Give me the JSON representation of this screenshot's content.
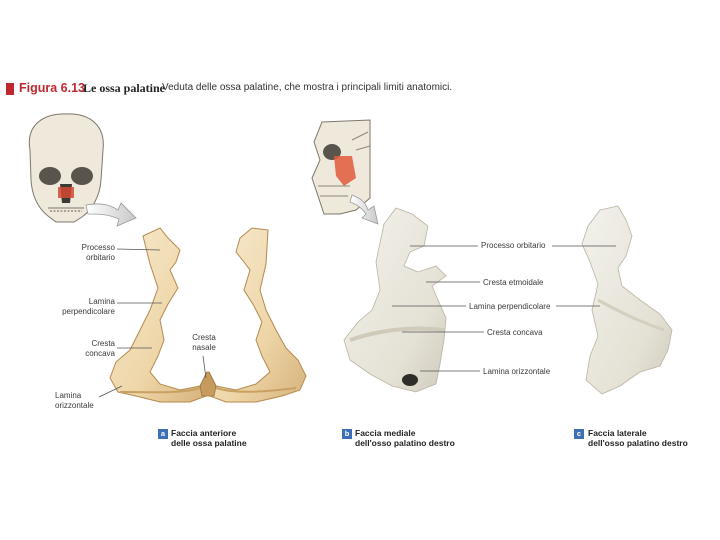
{
  "figure": {
    "number": "Figura 6.13",
    "title": "Le ossa palatine",
    "caption": "Veduta delle ossa palatine, che mostra i principali limiti anatomici."
  },
  "panel_a": {
    "letter": "a",
    "caption": "Faccia anteriore\ndelle ossa palatine",
    "labels": {
      "processo_orbitario": "Processo\norbitario",
      "lamina_perpendicolare": "Lamina\nperpendicolare",
      "cresta_concava": "Cresta\nconcava",
      "lamina_orizzontale": "Lamina\norizzontale",
      "cresta_nasale": "Cresta\nnasale"
    }
  },
  "panel_b": {
    "letter": "b",
    "caption": "Faccia mediale\ndell'osso palatino destro",
    "labels": {
      "processo_orbitario": "Processo orbitario",
      "cresta_etmoidale": "Cresta etmoidale",
      "lamina_perpendicolare": "Lamina perpendicolare",
      "cresta_concava": "Cresta concava",
      "lamina_orizzontale": "Lamina orizzontale"
    }
  },
  "panel_c": {
    "letter": "c",
    "caption": "Faccia laterale\ndell'osso palatino destro"
  },
  "colors": {
    "accent_red": "#c0282e",
    "panel_blue": "#3d6fb5",
    "bone": "#f2dfb8",
    "bone_shadow": "#d8b67e",
    "photo_bone": "#e9e7dc"
  }
}
